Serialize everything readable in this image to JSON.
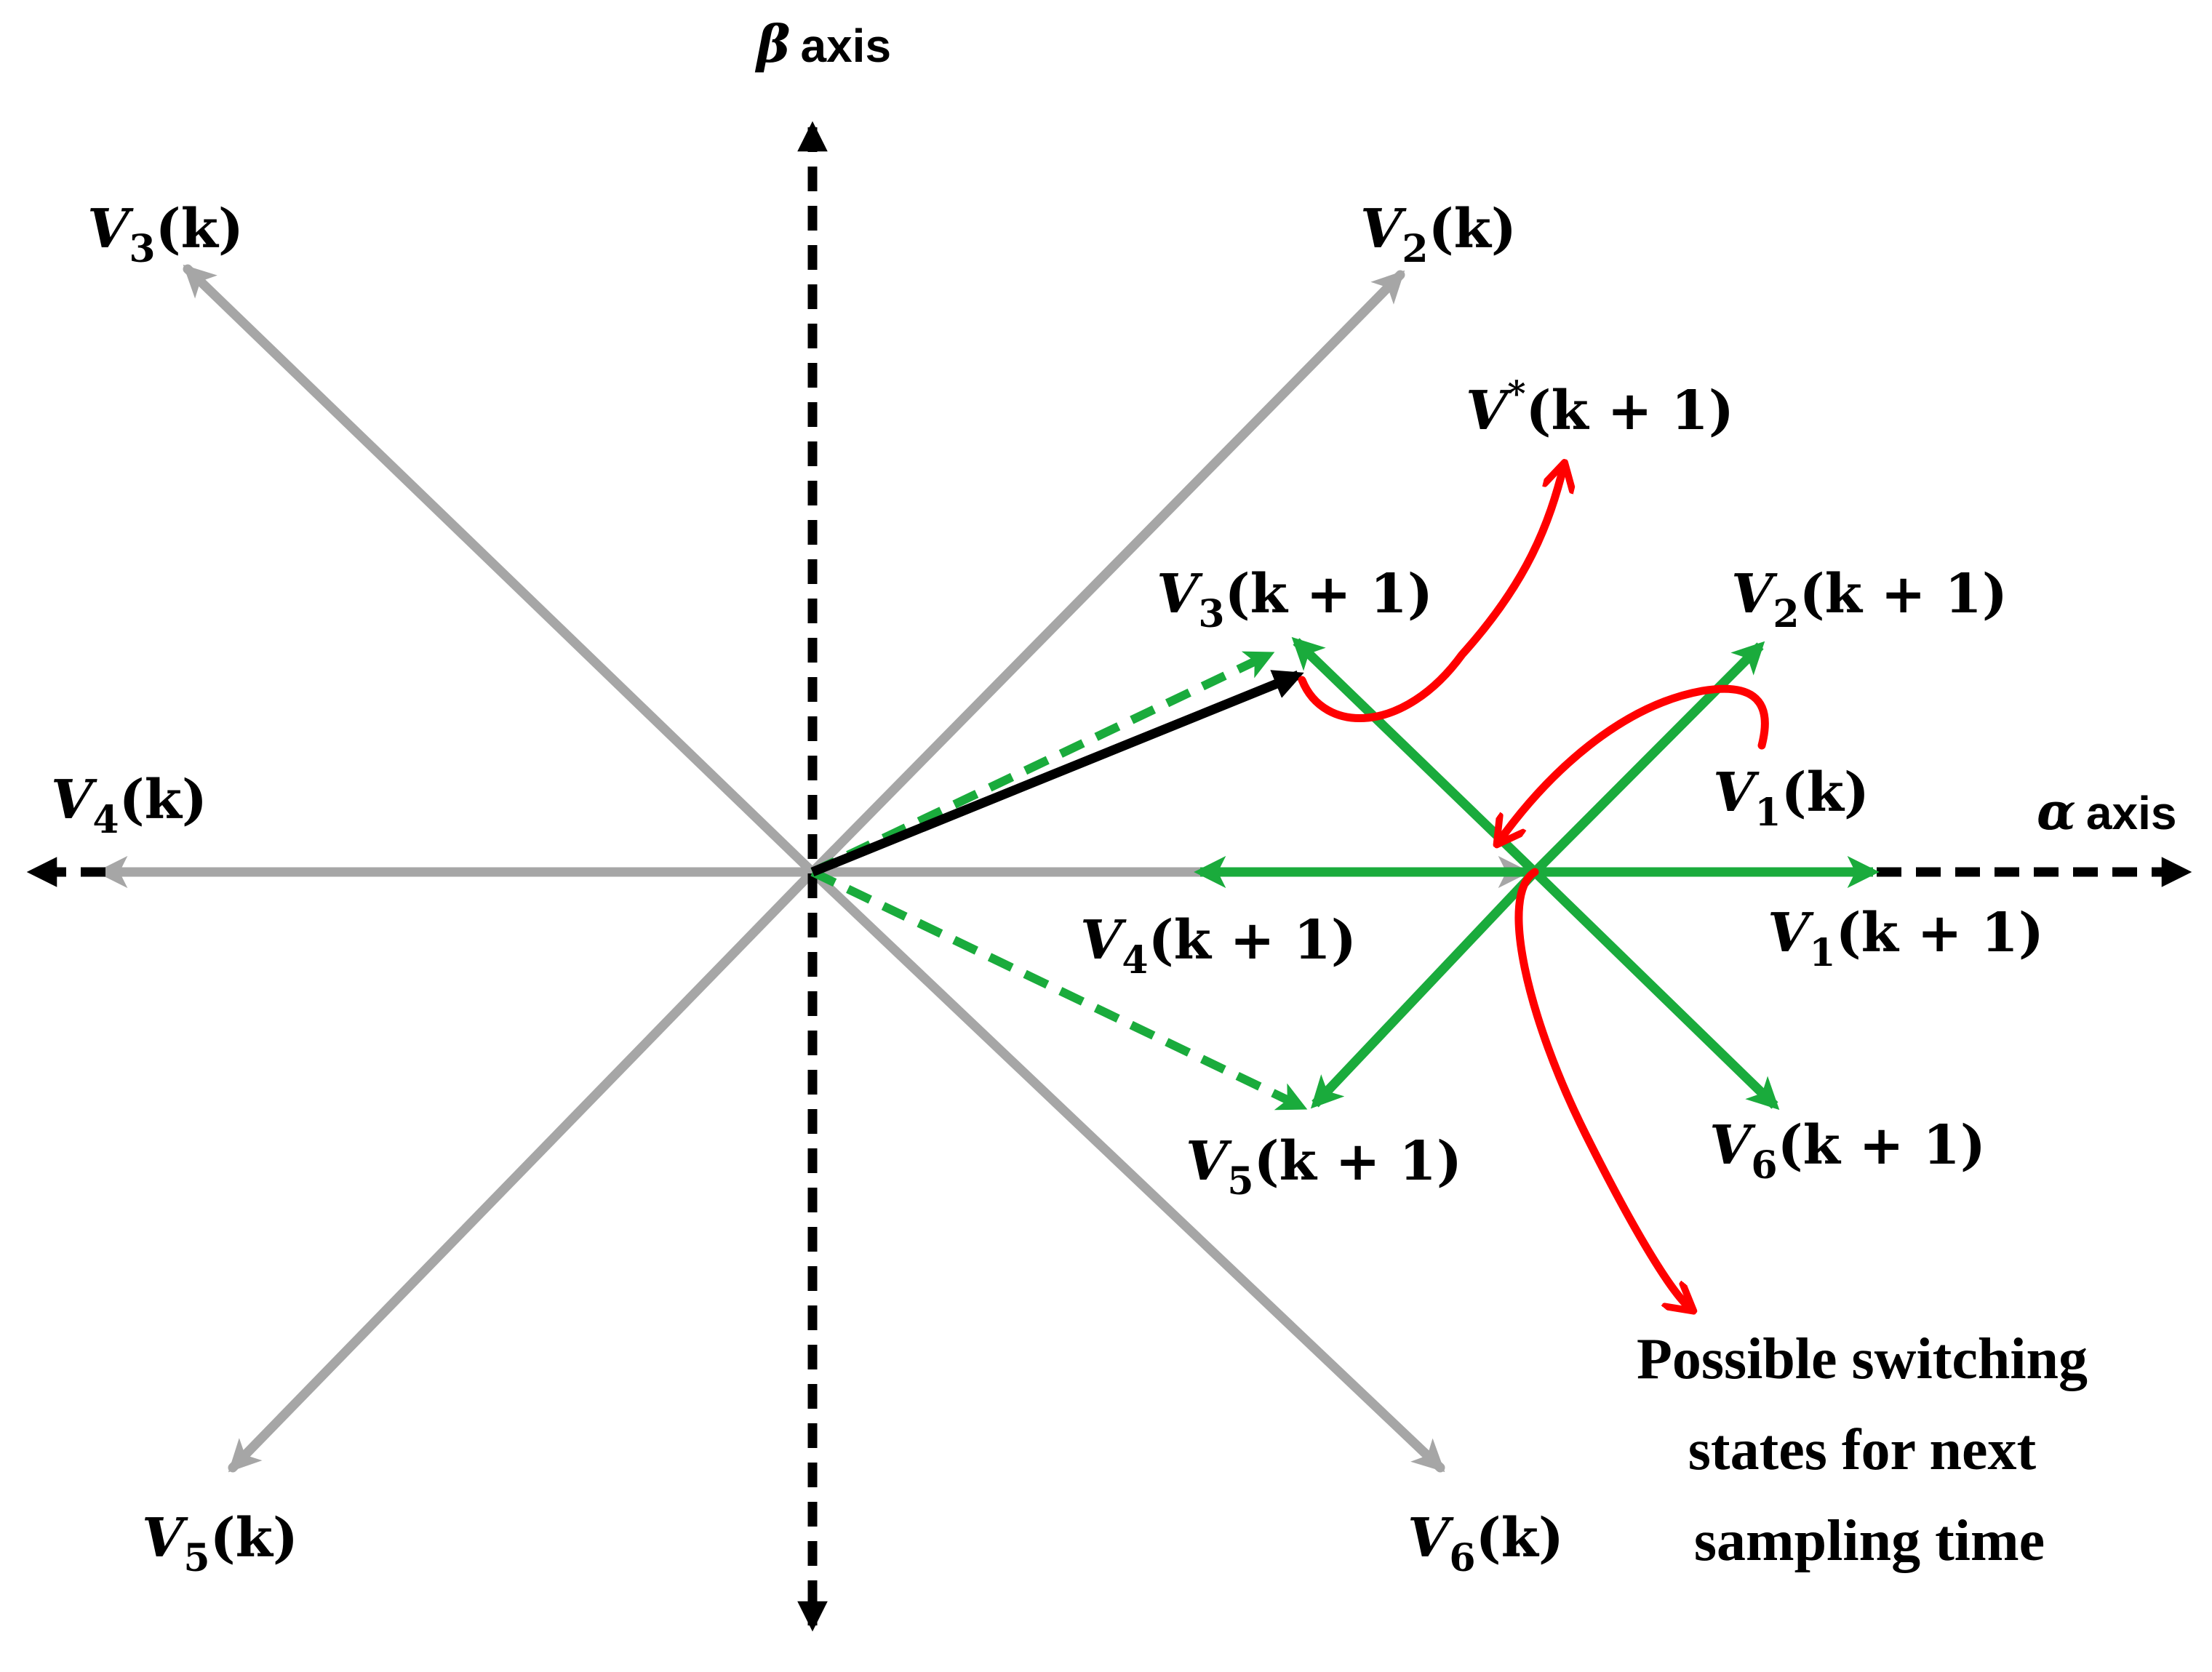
{
  "colors": {
    "axis": "#000000",
    "switching_vector_k": "#a6a6a6",
    "switching_vector_k1": "#1aab3c",
    "reference_vector": "#000000",
    "selection_arrow": "#ff0000"
  },
  "axes": {
    "alpha": {
      "symbol": "α",
      "word": "axis"
    },
    "beta": {
      "symbol": "β",
      "word": "axis"
    }
  },
  "vectors_k": [
    {
      "id": "v1",
      "base": "V",
      "sub": "1",
      "arg": "(k)"
    },
    {
      "id": "v2",
      "base": "V",
      "sub": "2",
      "arg": "(k)"
    },
    {
      "id": "v3",
      "base": "V",
      "sub": "3",
      "arg": "(k)"
    },
    {
      "id": "v4",
      "base": "V",
      "sub": "4",
      "arg": "(k)"
    },
    {
      "id": "v5",
      "base": "V",
      "sub": "5",
      "arg": "(k)"
    },
    {
      "id": "v6",
      "base": "V",
      "sub": "6",
      "arg": "(k)"
    }
  ],
  "vectors_k1": [
    {
      "id": "v1",
      "base": "V",
      "sub": "1",
      "arg": "(k + 1)"
    },
    {
      "id": "v2",
      "base": "V",
      "sub": "2",
      "arg": "(k + 1)"
    },
    {
      "id": "v3",
      "base": "V",
      "sub": "3",
      "arg": "(k + 1)"
    },
    {
      "id": "v4",
      "base": "V",
      "sub": "4",
      "arg": "(k + 1)"
    },
    {
      "id": "v5",
      "base": "V",
      "sub": "5",
      "arg": "(k + 1)"
    },
    {
      "id": "v6",
      "base": "V",
      "sub": "6",
      "arg": "(k + 1)"
    }
  ],
  "reference": {
    "base": "V",
    "sup": "*",
    "arg": "(k + 1)"
  },
  "note_lines": [
    "Possible switching",
    "states for next",
    "sampling time"
  ]
}
